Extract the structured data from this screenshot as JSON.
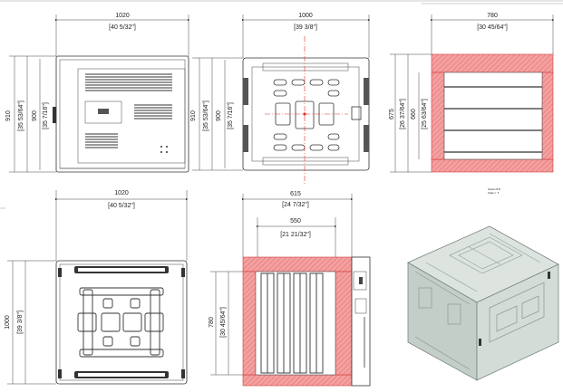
{
  "drawing": {
    "views": {
      "front": {
        "width_mm": "1020",
        "width_in": "[40 5/32\"]",
        "height_mm": "910",
        "height_in": "[35 53/64\"]",
        "inner_height_mm": "900",
        "inner_height_in": "[35 7/16\"]"
      },
      "rear": {
        "width_mm": "1000",
        "width_in": "[39 3/8\"]",
        "height_mm": "910",
        "height_in": "[35 53/64\"]",
        "inner_height_mm": "900",
        "inner_height_in": "[35 7/16\"]"
      },
      "side_section": {
        "width_mm": "780",
        "width_in": "[30 45/64\"]",
        "height_mm": "675",
        "height_in": "[26 37/64\"]",
        "inner_height_mm": "660",
        "inner_height_in": "[25 63/64\"]"
      },
      "top": {
        "width_mm": "1020",
        "width_in": "[40 5/32\"]",
        "height_mm": "1000",
        "height_in": "[39 3/8\"]"
      },
      "plan_section": {
        "outer_width_mm": "615",
        "outer_width_in": "[24 7/32\"]",
        "inner_width_mm": "550",
        "inner_width_in": "[21 21/32\"]",
        "depth_mm": "780",
        "depth_in": "[30 45/64\"]"
      }
    },
    "section_labels": {
      "line1": "Section B-B",
      "line2": "Scale 1 : 5"
    },
    "colors": {
      "section_fill": "#f28b8b",
      "section_line": "#d23a3a",
      "iso_face": "#cdd7d2",
      "center_line": "#e0302a"
    }
  }
}
